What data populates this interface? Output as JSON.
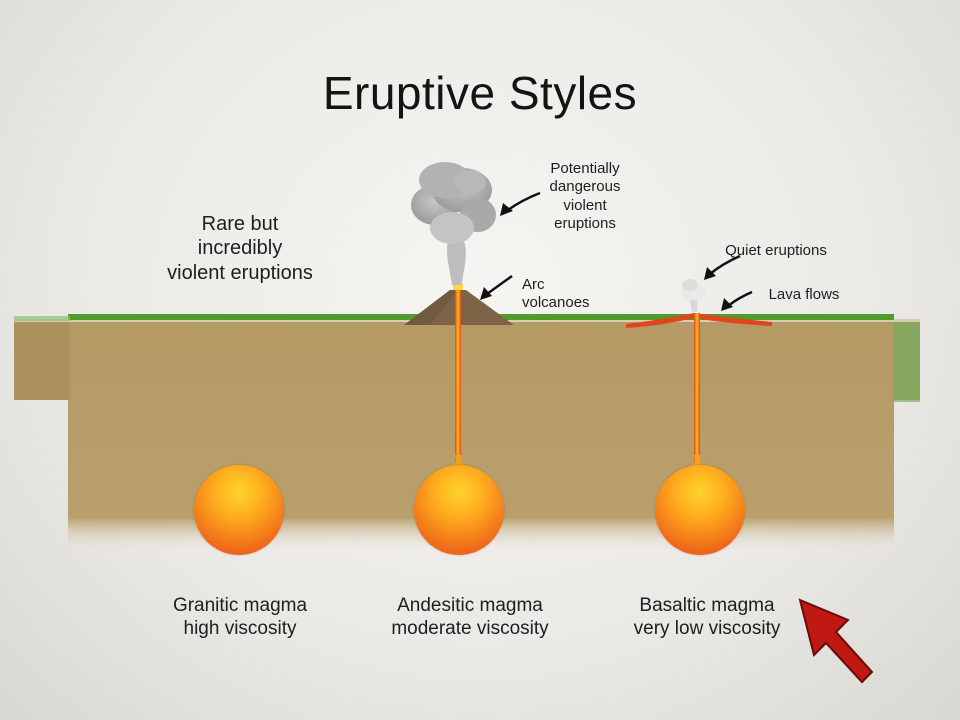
{
  "title": "Eruptive Styles",
  "labels": {
    "granitic_eruption": [
      "Rare but",
      "incredibly",
      "violent eruptions"
    ],
    "andesitic_eruption": [
      "Potentially",
      "dangerous",
      "violent",
      "eruptions"
    ],
    "arc_volcanoes": [
      "Arc",
      "volcanoes"
    ],
    "quiet_eruptions": "Quiet eruptions",
    "lava_flows": "Lava flows"
  },
  "magmas": [
    {
      "name": "Granitic magma",
      "viscosity": "high viscosity"
    },
    {
      "name": "Andesitic magma",
      "viscosity": "moderate viscosity"
    },
    {
      "name": "Basaltic magma",
      "viscosity": "very low viscosity"
    }
  ],
  "colors": {
    "ground": "#b49a67",
    "grass": "#4e9b2e",
    "magma_core": "#ffd32c",
    "magma_edge": "#e4441a",
    "cursor": "#c01812"
  }
}
